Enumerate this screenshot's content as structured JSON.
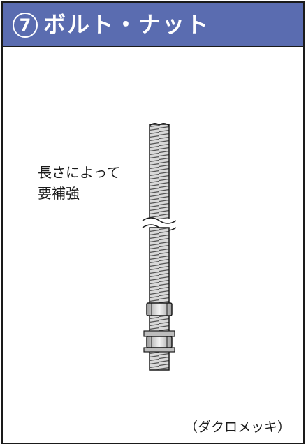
{
  "header": {
    "number": "7",
    "title": "ボルト・ナット",
    "background_color": "#5a6cb0"
  },
  "note": {
    "line1": "長さによって",
    "line2": "要補強"
  },
  "caption": "（ダクロメッキ）",
  "illustration": {
    "icon": "threaded-rod-with-nuts-icon"
  }
}
